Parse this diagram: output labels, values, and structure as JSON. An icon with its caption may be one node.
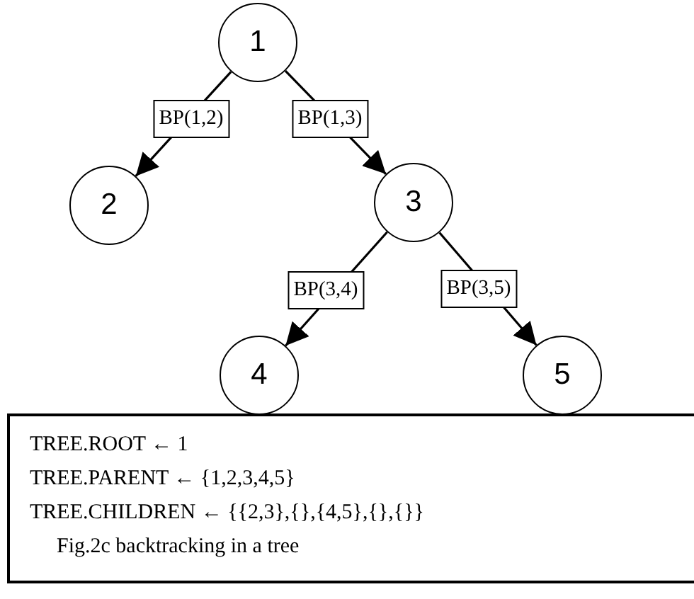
{
  "diagram": {
    "nodes": [
      {
        "text": [
          "1"
        ]
      },
      {
        "text": [
          "2"
        ]
      },
      {
        "text": [
          "3"
        ]
      },
      {
        "text": [
          "4"
        ]
      },
      {
        "text": [
          "5"
        ]
      },
      {
        "text": [
          "TREE.ROOT ← 1",
          "TREE.PARENT ← {1,2,3,4,5}",
          "TREE.CHILDREN ← {{2,3},{},{4,5},{},{}}",
          "Fig.2c backtracking in a tree"
        ]
      }
    ],
    "edges": [
      {
        "from": 0,
        "to": 1,
        "arrow": "to",
        "label": "BP(1,2)"
      },
      {
        "from": 0,
        "to": 2,
        "arrow": "to",
        "label": "BP(1,3)"
      },
      {
        "from": 2,
        "to": 3,
        "arrow": "to",
        "label": "BP(3,4)"
      },
      {
        "from": 2,
        "to": 4,
        "arrow": "to",
        "label": "BP(3,5)"
      }
    ]
  }
}
